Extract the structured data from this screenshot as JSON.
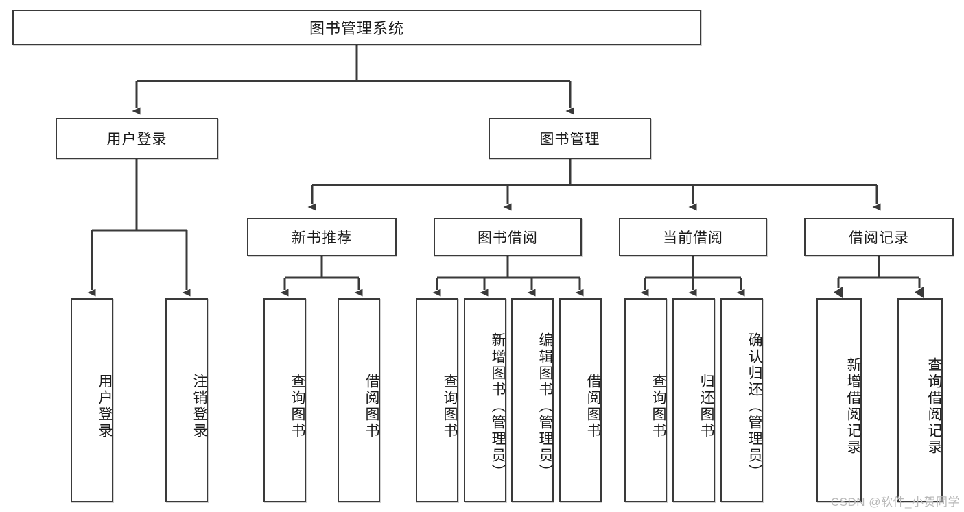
{
  "diagram": {
    "type": "tree",
    "title": "图书管理系统",
    "root": {
      "label": "图书管理系统"
    },
    "level2": [
      {
        "label": "用户登录"
      },
      {
        "label": "图书管理"
      }
    ],
    "level3": [
      {
        "label": "新书推荐"
      },
      {
        "label": "图书借阅"
      },
      {
        "label": "当前借阅"
      },
      {
        "label": "借阅记录"
      }
    ],
    "leaves": {
      "user_login": [
        {
          "label": "用户登录"
        },
        {
          "label": "注销登录"
        }
      ],
      "new_book_recommend": [
        {
          "label": "查询图书"
        },
        {
          "label": "借阅图书"
        }
      ],
      "book_borrow": [
        {
          "label": "查询图书"
        },
        {
          "label": "新增图书（管理员）"
        },
        {
          "label": "编辑图书（管理员）"
        },
        {
          "label": "借阅图书"
        }
      ],
      "current_borrow": [
        {
          "label": "查询图书"
        },
        {
          "label": "归还图书"
        },
        {
          "label": "确认归还（管理员）"
        }
      ],
      "borrow_record": [
        {
          "label": "新增借阅记录"
        },
        {
          "label": "查询借阅记录"
        }
      ]
    }
  },
  "watermark": {
    "text": "CSDN @软件_小贺同学"
  },
  "colors": {
    "border": "#3a3a3a",
    "background": "#ffffff",
    "text": "#1a1a1a",
    "watermark": "#b9b9b9"
  }
}
